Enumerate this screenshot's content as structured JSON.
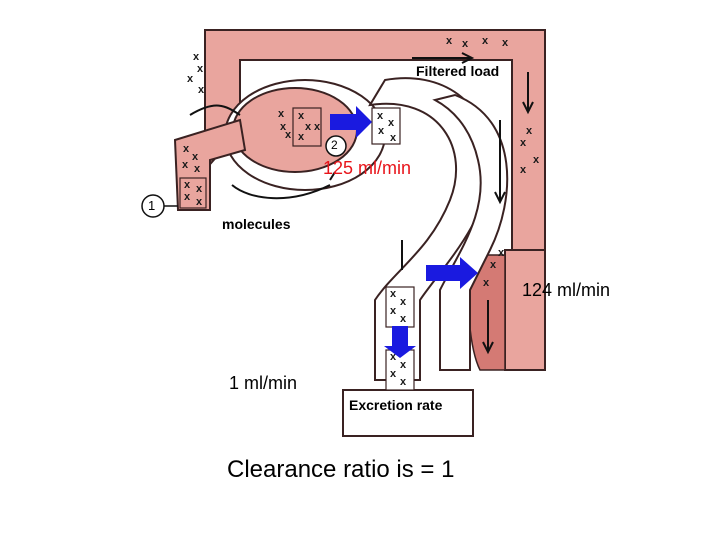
{
  "labels": {
    "filtered_load": "Filtered load",
    "molecules": "molecules",
    "marker_1": "1",
    "marker_2": "2",
    "filtration_rate": "125 ml/min",
    "reabsorption_rate": "124 ml/min",
    "excretion_flow": "1 ml/min",
    "excretion_rate": "Excretion rate",
    "clearance": "Clearance ratio is = 1"
  },
  "colors": {
    "tubule": "#e8a09a",
    "tubule_outline": "#3a2222",
    "capillary": "#e9a59e",
    "arrow_blue": "#1a1ae0",
    "rate_text": "#e8141a"
  }
}
